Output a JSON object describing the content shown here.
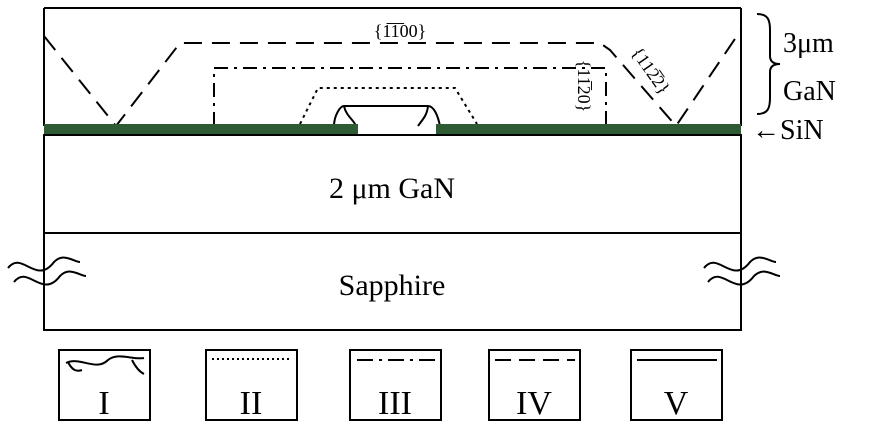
{
  "diagram": {
    "colors": {
      "sin_layer": "#2e5a34",
      "outline": "#000000",
      "background": "#ffffff"
    },
    "labels": {
      "growth_thickness": "3μm",
      "growth_material": "GaN",
      "mask_label": "←SiN",
      "template_layer": "2 μm GaN",
      "substrate": "Sapphire"
    },
    "facets": {
      "top": "{1̅1̅00}",
      "side_a": "{11̅20}",
      "side_b": "{112̅2}"
    },
    "legend": [
      {
        "numeral": "I",
        "line_style": "wavy"
      },
      {
        "numeral": "II",
        "line_style": "dotted"
      },
      {
        "numeral": "III",
        "line_style": "dash-dot"
      },
      {
        "numeral": "IV",
        "line_style": "dashed"
      },
      {
        "numeral": "V",
        "line_style": "solid"
      }
    ]
  }
}
